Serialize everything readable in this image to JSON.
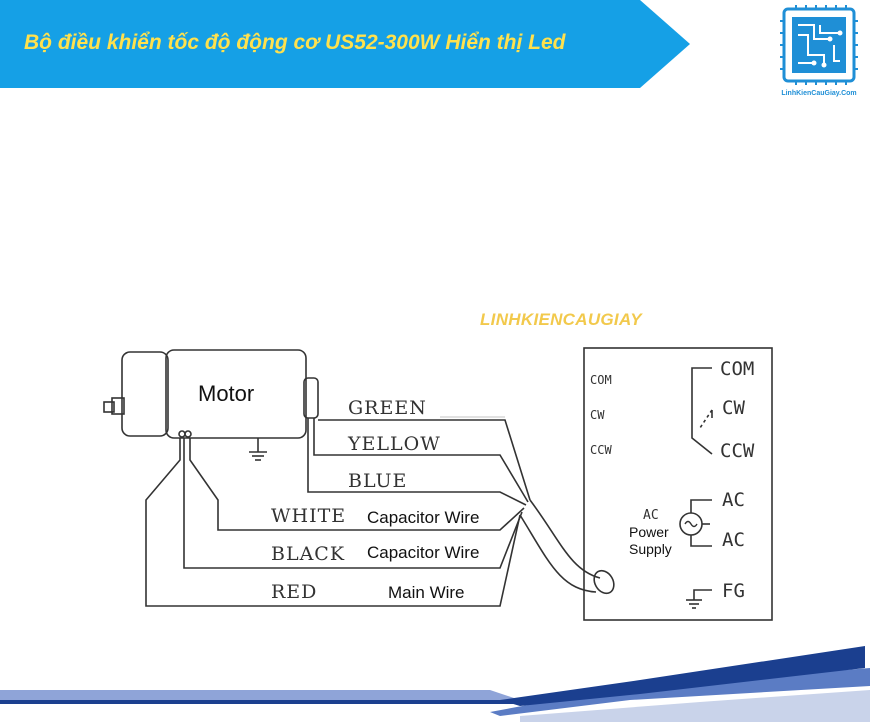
{
  "header": {
    "title": "Bộ điều khiển tốc độ động cơ US52-300W Hiển thị Led",
    "banner_color": "#15a0e6",
    "title_color": "#ffe14d"
  },
  "logo": {
    "text": "LinhKienCauGiay.Com",
    "icon": "circuit-chip-icon",
    "color": "#1f8fd6"
  },
  "watermark": "LINHKIENCAUGIAY",
  "motor": {
    "label": "Motor"
  },
  "wires": [
    {
      "label": "GREEN",
      "description": ""
    },
    {
      "label": "YELLOW",
      "description": ""
    },
    {
      "label": "BLUE",
      "description": ""
    },
    {
      "label": "WHITE",
      "description": "Capacitor Wire"
    },
    {
      "label": "BLACK",
      "description": "Capacitor Wire"
    },
    {
      "label": "RED",
      "description": "Main Wire"
    }
  ],
  "controller": {
    "left_terminals": [
      "COM",
      "CW",
      "CCW"
    ],
    "right_terminals": [
      "COM",
      "CW",
      "CCW",
      "AC",
      "AC",
      "FG"
    ],
    "power_supply": {
      "line1": "AC",
      "line2": "Power",
      "line3": "Supply",
      "symbol": "~"
    }
  },
  "footer": {
    "stripe_dark": "#1b3f8f",
    "stripe_light": "#5b7cc4"
  }
}
